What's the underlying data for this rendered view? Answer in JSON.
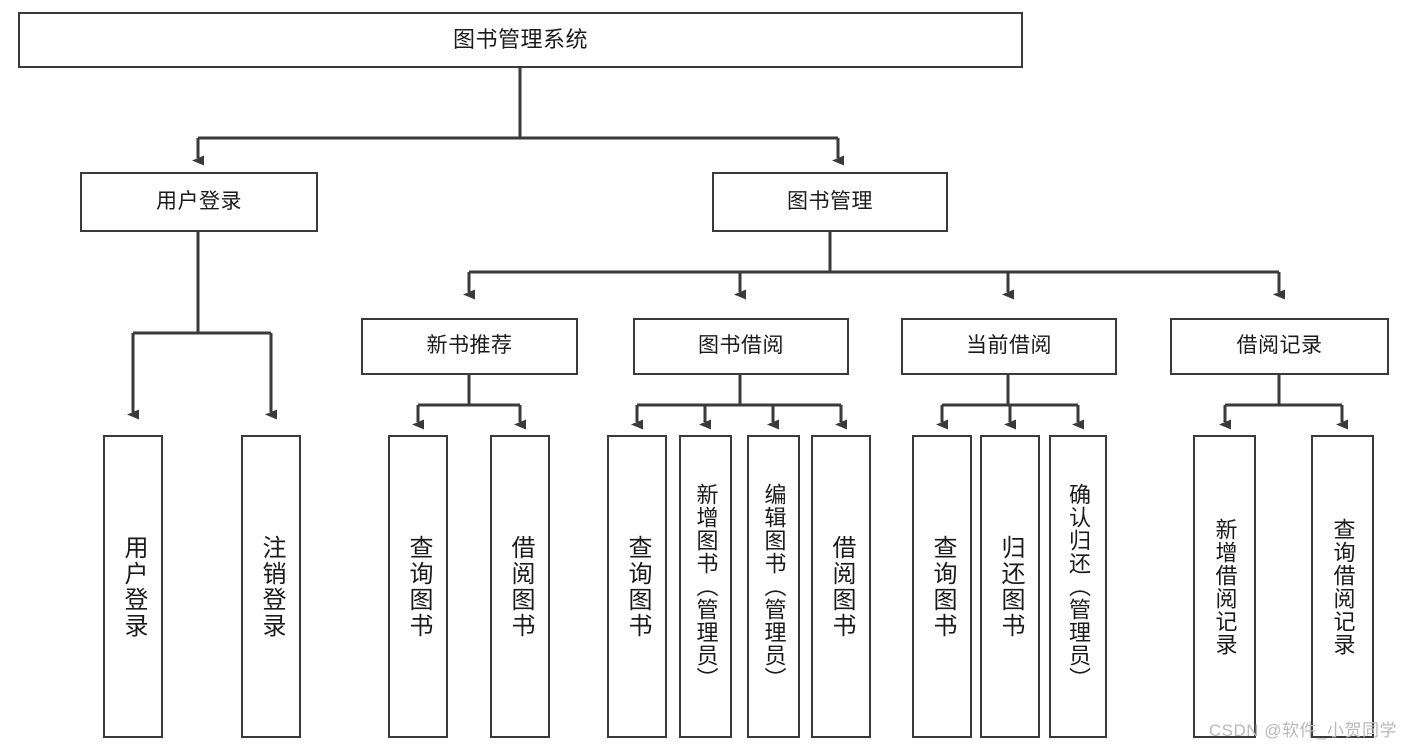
{
  "diagram": {
    "title": "图书管理系统",
    "type": "tree",
    "root": {
      "id": "root",
      "label": "图书管理系统"
    },
    "level1": [
      {
        "id": "user-login",
        "label": "用户登录"
      },
      {
        "id": "book-manage",
        "label": "图书管理"
      }
    ],
    "level2": [
      {
        "id": "new-book-rec",
        "label": "新书推荐",
        "parent": "book-manage"
      },
      {
        "id": "book-borrow",
        "label": "图书借阅",
        "parent": "book-manage"
      },
      {
        "id": "current-borrow",
        "label": "当前借阅",
        "parent": "book-manage"
      },
      {
        "id": "borrow-record",
        "label": "借阅记录",
        "parent": "book-manage"
      }
    ],
    "leaves": [
      {
        "id": "leaf-user-login",
        "label": "用户登录",
        "parent": "user-login"
      },
      {
        "id": "leaf-user-logout",
        "label": "注销登录",
        "parent": "user-login"
      },
      {
        "id": "leaf-query-book-1",
        "label": "查询图书",
        "parent": "new-book-rec"
      },
      {
        "id": "leaf-borrow-book-1",
        "label": "借阅图书",
        "parent": "new-book-rec"
      },
      {
        "id": "leaf-query-book-2",
        "label": "查询图书",
        "parent": "book-borrow"
      },
      {
        "id": "leaf-add-book",
        "label": "新增图书（管理员）",
        "parent": "book-borrow"
      },
      {
        "id": "leaf-edit-book",
        "label": "编辑图书（管理员）",
        "parent": "book-borrow"
      },
      {
        "id": "leaf-borrow-book-2",
        "label": "借阅图书",
        "parent": "book-borrow"
      },
      {
        "id": "leaf-query-book-3",
        "label": "查询图书",
        "parent": "current-borrow"
      },
      {
        "id": "leaf-return-book",
        "label": "归还图书",
        "parent": "current-borrow"
      },
      {
        "id": "leaf-confirm-return",
        "label": "确认归还（管理员）",
        "parent": "current-borrow"
      },
      {
        "id": "leaf-add-record",
        "label": "新增借阅记录",
        "parent": "borrow-record"
      },
      {
        "id": "leaf-query-record",
        "label": "查询借阅记录",
        "parent": "borrow-record"
      }
    ]
  },
  "watermark": {
    "text": "CSDN @软件_小贺同学"
  },
  "colors": {
    "stroke": "#3a3a3a",
    "text": "#1b1b1b",
    "background": "#ffffff",
    "watermark": "#b9b9b9"
  }
}
